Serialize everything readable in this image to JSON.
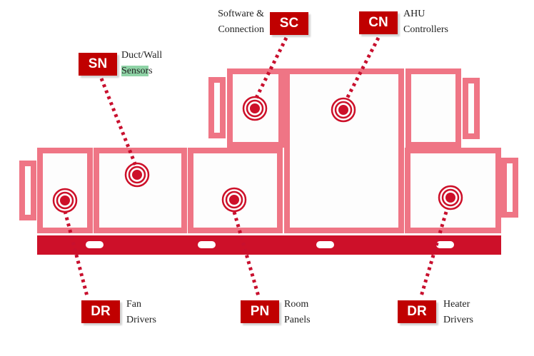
{
  "colors": {
    "frame": "#ef7585",
    "base": "#cd1029",
    "badge": "#c00000",
    "highlight": "#8fd3a6"
  },
  "callouts": {
    "sc": {
      "code": "SC",
      "line1": "Software &",
      "line2": "Connection",
      "icon": "target-icon"
    },
    "cn": {
      "code": "CN",
      "line1": "AHU",
      "line2": "Controllers",
      "icon": "target-icon"
    },
    "sn": {
      "code": "SN",
      "line1": "Duct/Wall",
      "line2_highlighted": "Sensor",
      "line2_rest": "s",
      "icon": "target-icon"
    },
    "dr_fan": {
      "code": "DR",
      "line1": "Fan",
      "line2": "Drivers",
      "icon": "target-icon"
    },
    "pn": {
      "code": "PN",
      "line1": "Room",
      "line2": "Panels",
      "icon": "target-icon"
    },
    "dr_heater": {
      "code": "DR",
      "line1": "Heater",
      "line2": "Drivers",
      "icon": "target-icon"
    }
  }
}
